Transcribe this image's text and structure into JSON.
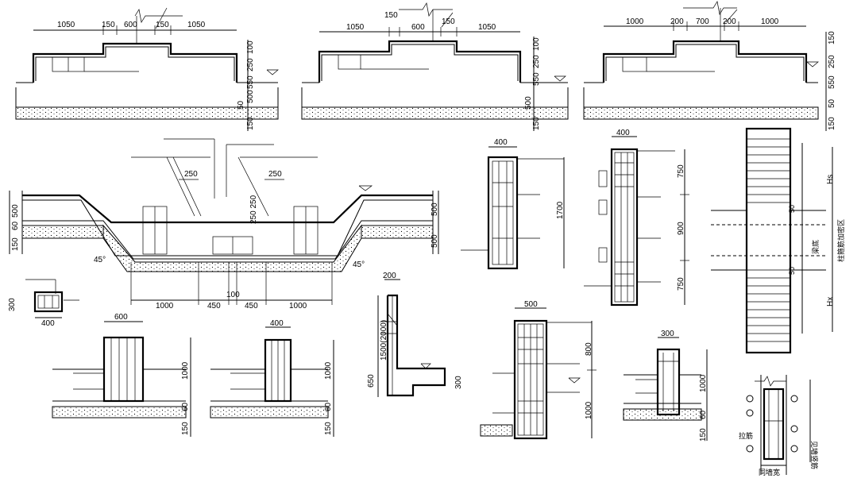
{
  "dims": {
    "d1050": "1050",
    "d150": "150",
    "d600": "600",
    "d100": "100",
    "d250": "250",
    "d550": "550",
    "d500": "500",
    "d50": "50",
    "d1000": "1000",
    "d200": "200",
    "d700": "700",
    "d60": "60",
    "d450": "450",
    "d300": "300",
    "d400": "400",
    "d1700": "1700",
    "d900": "900",
    "d750": "750",
    "d800": "800",
    "d650": "650",
    "d1500_2000": "1500(2000)",
    "d250_250": "250 250",
    "deg45": "45°"
  },
  "labels": {
    "hs": "Hs",
    "hx": "Hx",
    "col_zone": "柱箍筋加密区",
    "beam_top": "梁底",
    "wall_width": "同墙宽",
    "tie_bar": "拉筋",
    "dist_bar": "见墙竖筋"
  }
}
